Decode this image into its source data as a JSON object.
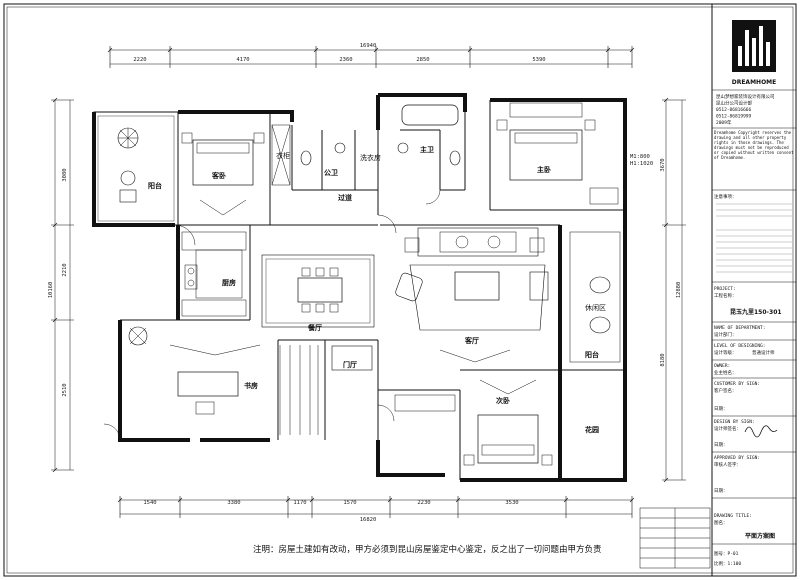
{
  "top_dimensions": {
    "total": "16940",
    "segments": [
      "2220",
      "4170",
      "2360",
      "2850",
      "5390"
    ]
  },
  "bottom_dimensions": {
    "total": "16820",
    "segments": [
      "1540",
      "3380",
      "1170",
      "1570",
      "2230",
      "3530"
    ]
  },
  "left_dimensions": {
    "total": "10160",
    "segments": [
      "3080",
      "2210",
      "2510"
    ]
  },
  "right_dimensions": {
    "total": "12880",
    "segments": [
      "3670",
      "8180"
    ]
  },
  "window_tag": "M1:800\nH1:1020",
  "rooms": {
    "bedroom_nw": "客卧",
    "balcony_nw": "阳台",
    "cloak_nw": "衣柜",
    "bath1": "公卫",
    "washroom": "洗衣房",
    "bath2": "主卫",
    "bedroom_master": "主卧",
    "corridor": "过道",
    "kitchen": "厨房",
    "dining": "餐厅",
    "living": "客厅",
    "study": "书房",
    "entry": "门厅",
    "bedroom_se": "次卧",
    "balcony_e": "阳台",
    "leisure": "休闲区",
    "garden": "花园"
  },
  "footer_note": "注明：房屋土建如有改动，甲方必须到昆山房屋鉴定中心鉴定，反之出了一切问题由甲方负责",
  "title_block": {
    "brand": "DREAMHOME",
    "company_lines": [
      "昆山梦想家装饰设计有限公司",
      "昆山分公司设计部",
      "0512-86816666",
      "0512-86819999",
      "2009年"
    ],
    "copyright": "Dreamhome Copyright reserves the drawing and all other property rights in those drawings. The drawings must not be reproduced or copied without written consent of Dreamhome.",
    "notes_label": "注意事项：",
    "project_label": "PROJECT:",
    "project_label_cn": "工程名称：",
    "project_name": "昆玉九里150-301",
    "dept_label": "NAME OF DEPARTMENT:",
    "dept_cn": "设计部门：",
    "level_label": "LEVEL OF DESIGNING:",
    "level_cn": "设计等级：",
    "level_value": "普通设计师",
    "owner_label": "OWNER:",
    "owner_cn": "业主姓名：",
    "customer_label": "CUSTOMER BY SIGN:",
    "customer_cn": "客户签名：",
    "date_label": "日期：",
    "design_label": "DESIGN BY SIGN:",
    "design_cn": "设计师签名：",
    "approved_label": "APPROVED BY SIGN:",
    "approved_cn": "审核人签字：",
    "drawing_title_label": "DRAWING TITLE:",
    "drawing_title_cn": "图名：",
    "drawing_title": "平面方案图",
    "drawing_no": "图号：P-01",
    "scale": "比例：1:100"
  }
}
